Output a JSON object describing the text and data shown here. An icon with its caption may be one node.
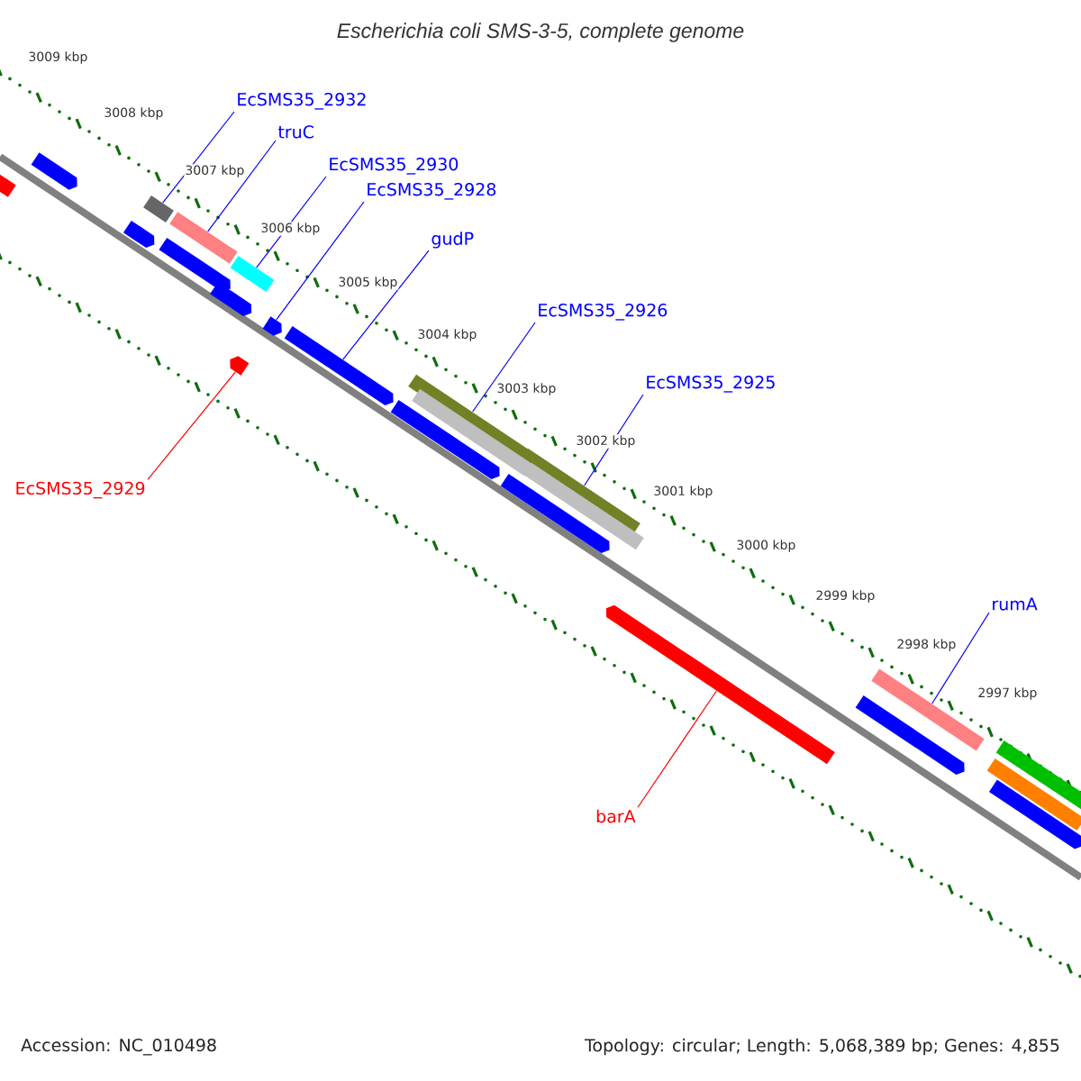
{
  "diagram": {
    "title": "Escherichia coli SMS-3-5, complete genome",
    "nodes": [
      {
        "text": [
          "EcSMS35_2932"
        ]
      },
      {
        "text": [
          "truC"
        ]
      },
      {
        "text": [
          "EcSMS35_2930"
        ]
      },
      {
        "text": [
          "EcSMS35_2928"
        ]
      },
      {
        "text": [
          "gudP"
        ]
      },
      {
        "text": [
          "EcSMS35_2926"
        ]
      },
      {
        "text": [
          "EcSMS35_2925"
        ]
      },
      {
        "text": [
          "EcSMS35_2929"
        ]
      },
      {
        "text": [
          "rumA"
        ]
      },
      {
        "text": [
          "barA"
        ]
      },
      {
        "text": [],
        "shape": "bar"
      },
      {
        "text": [],
        "shape": "bar"
      },
      {
        "text": [],
        "shape": "bar"
      },
      {
        "text": [],
        "shape": "arrow"
      },
      {
        "text": [],
        "shape": "arrow"
      },
      {
        "text": [],
        "shape": "bar"
      },
      {
        "text": [],
        "shape": "bar"
      },
      {
        "text": [],
        "shape": "arrow"
      },
      {
        "text": [],
        "shape": "arrow"
      },
      {
        "text": [],
        "shape": "bar"
      },
      {
        "text": [],
        "shape": "arrow"
      },
      {
        "text": [],
        "shape": "arrow"
      },
      {
        "text": [],
        "shape": "arrow"
      },
      {
        "text": [],
        "shape": "arrow"
      },
      {
        "text": [],
        "shape": "arrow"
      },
      {
        "text": [],
        "shape": "arrow"
      },
      {
        "text": [],
        "shape": "arrow"
      },
      {
        "text": [],
        "shape": "bar"
      },
      {
        "text": [],
        "shape": "bar"
      },
      {
        "text": [],
        "shape": "arrow"
      },
      {
        "text": [],
        "shape": "bar"
      },
      {
        "text": [],
        "shape": "bar"
      },
      {
        "text": [],
        "shape": "arrow"
      }
    ],
    "edges": [
      {
        "from": 0,
        "to": 10,
        "arrow": "none"
      },
      {
        "from": 1,
        "to": 11,
        "arrow": "none"
      },
      {
        "from": 2,
        "to": 12,
        "arrow": "none"
      },
      {
        "from": 3,
        "to": 13,
        "arrow": "none"
      },
      {
        "from": 4,
        "to": 14,
        "arrow": "none"
      },
      {
        "from": 5,
        "to": 15,
        "arrow": "none"
      },
      {
        "from": 6,
        "to": 16,
        "arrow": "none"
      },
      {
        "from": 7,
        "to": 17,
        "arrow": "none",
        "color": "#ff0000"
      },
      {
        "from": 8,
        "to": 19,
        "arrow": "none"
      },
      {
        "from": 9,
        "to": 18,
        "arrow": "none",
        "color": "#ff0000"
      }
    ],
    "labels": [
      "3009 kbp",
      "3008 kbp",
      "3007 kbp",
      "3006 kbp",
      "3005 kbp",
      "3004 kbp",
      "3003 kbp",
      "3002 kbp",
      "3001 kbp",
      "3000 kbp",
      "2999 kbp",
      "2998 kbp",
      "2997 kbp",
      "Accession: NC_010498",
      "Topology: circular; Length: 5,068,389 bp; Genes: 4,855"
    ]
  }
}
